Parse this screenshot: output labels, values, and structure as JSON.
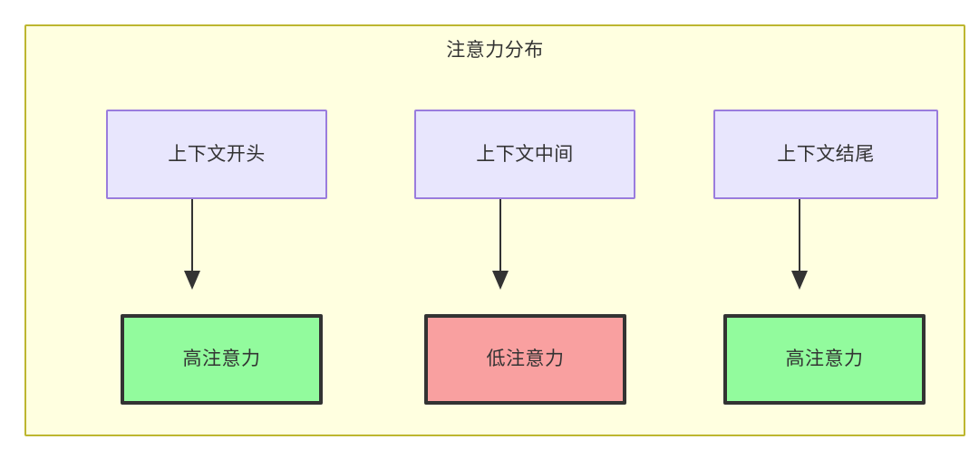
{
  "diagram": {
    "type": "flowchart",
    "title": "注意力分布",
    "container": {
      "fill_color": "#ffffe0",
      "border_color": "#bdb630"
    },
    "context_nodes": [
      {
        "id": "ctx-start",
        "label": "上下文开头",
        "fill_color": "#e8e6fd",
        "border_color": "#9a7cdd"
      },
      {
        "id": "ctx-middle",
        "label": "上下文中间",
        "fill_color": "#e8e6fd",
        "border_color": "#9a7cdd"
      },
      {
        "id": "ctx-end",
        "label": "上下文结尾",
        "fill_color": "#e8e6fd",
        "border_color": "#9a7cdd"
      }
    ],
    "attention_nodes": [
      {
        "id": "att-high-start",
        "label": "高注意力",
        "level": "high",
        "fill_color": "#92fb9d",
        "border_color": "#333333"
      },
      {
        "id": "att-low-middle",
        "label": "低注意力",
        "level": "low",
        "fill_color": "#f9a0a0",
        "border_color": "#333333"
      },
      {
        "id": "att-high-end",
        "label": "高注意力",
        "level": "high",
        "fill_color": "#92fb9d",
        "border_color": "#333333"
      }
    ],
    "edges": [
      {
        "from": "ctx-start",
        "to": "att-high-start",
        "label": ""
      },
      {
        "from": "ctx-middle",
        "to": "att-low-middle",
        "label": ""
      },
      {
        "from": "ctx-end",
        "to": "att-high-end",
        "label": ""
      }
    ]
  }
}
